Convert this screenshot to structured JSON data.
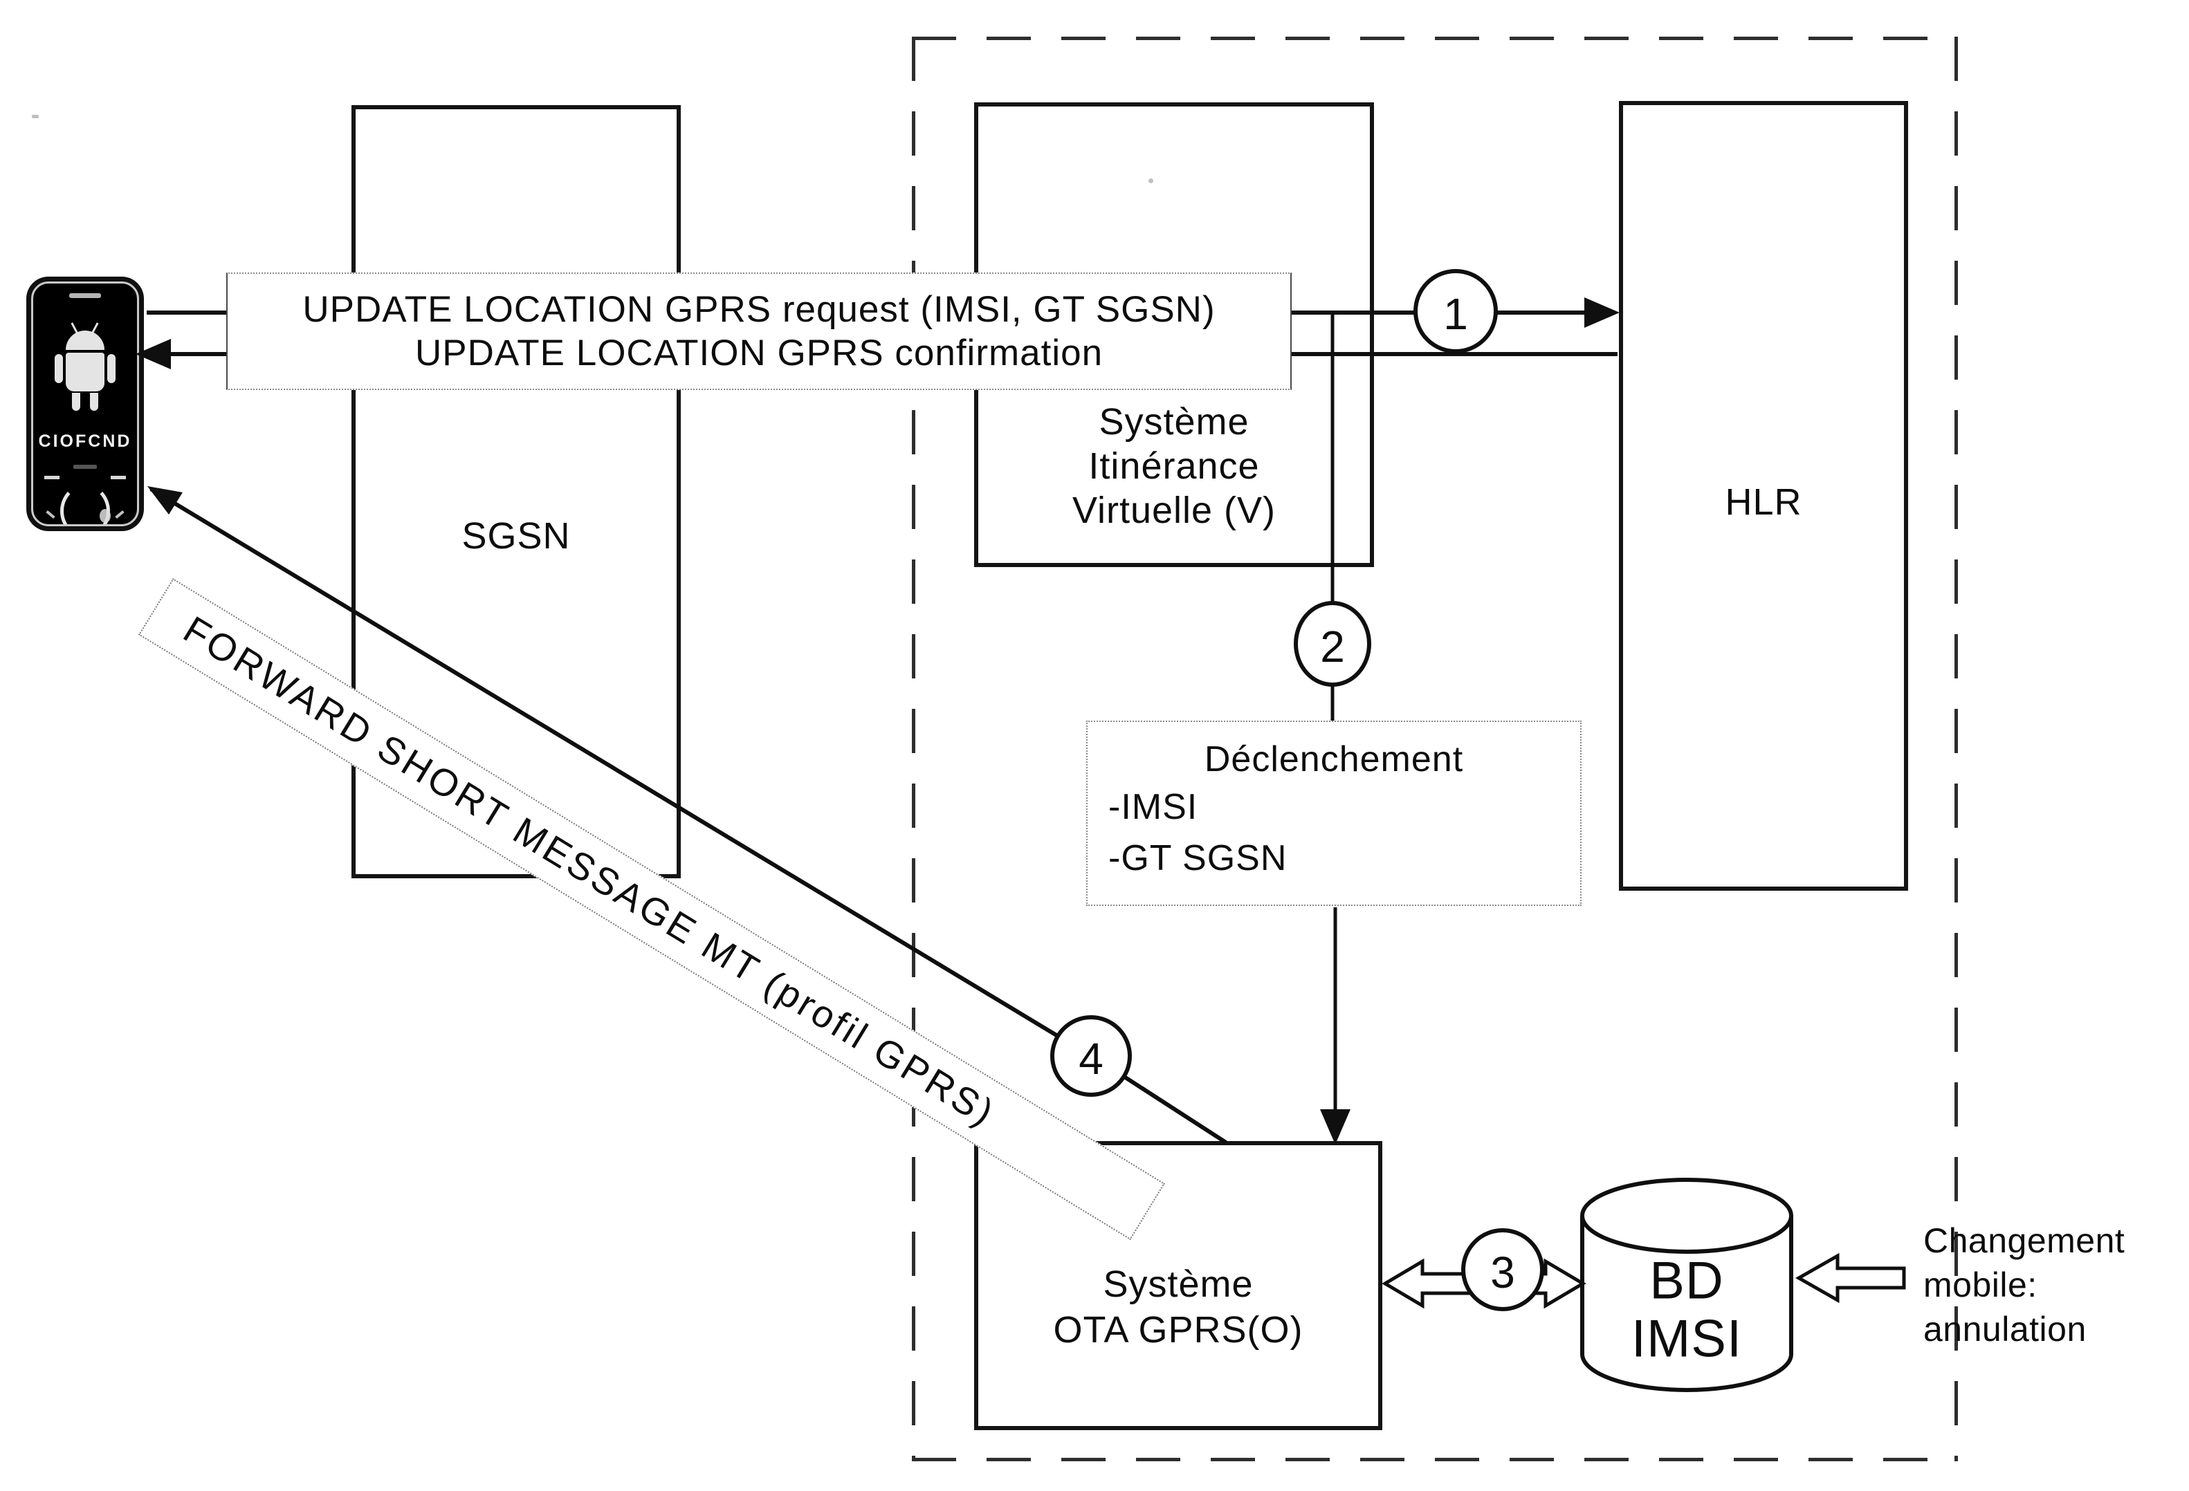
{
  "nodes": {
    "sgsn": {
      "label": "SGSN"
    },
    "siv": {
      "line1": "Système",
      "line2": "Itinérance",
      "line3": "Virtuelle (V)"
    },
    "hlr": {
      "label": "HLR"
    },
    "ota": {
      "line1": "Système",
      "line2": "OTA GPRS(O)"
    },
    "bd_imsi": {
      "line1": "BD",
      "line2": "IMSI"
    }
  },
  "phone": {
    "brand": "CIOFCND"
  },
  "messages": {
    "update_request": "UPDATE LOCATION GPRS request (IMSI, GT SGSN)",
    "update_confirmation": "UPDATE LOCATION GPRS confirmation",
    "forward_sms": "FORWARD SHORT MESSAGE MT (profil GPRS)"
  },
  "trigger": {
    "title": "Déclenchement",
    "item1": "-IMSI",
    "item2": "-GT SGSN"
  },
  "steps": {
    "s1": "1",
    "s2": "2",
    "s3": "3",
    "s4": "4"
  },
  "note": {
    "line1": "Changement",
    "line2": "mobile:",
    "line3": "annulation"
  },
  "colors": {
    "ink": "#0d0d0d",
    "dashed_border": "#2e2e2e",
    "dotted_border": "#8a8a8a"
  }
}
